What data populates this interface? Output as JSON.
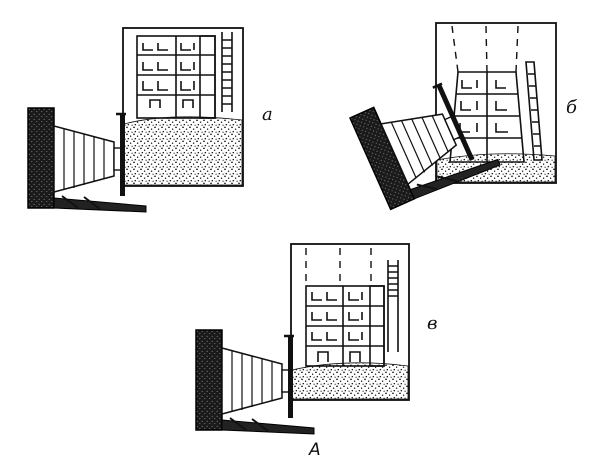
{
  "figure": {
    "panels": [
      {
        "id": "a",
        "label": "а"
      },
      {
        "id": "b",
        "label": "б"
      },
      {
        "id": "v",
        "label": "в"
      }
    ],
    "caption": "A"
  },
  "colors": {
    "ink": "#111111",
    "paper": "#ffffff"
  }
}
